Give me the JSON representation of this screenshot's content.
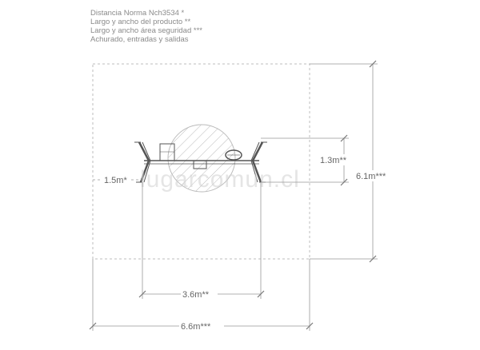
{
  "legend": {
    "line1": "Distancia Norma Nch3534 *",
    "line2": "Largo y ancho del producto **",
    "line3": "Largo y ancho área seguridad ***",
    "line4": "Achurado, entradas y salidas"
  },
  "dimensions": {
    "clearance": "1.5m*",
    "product_depth": "1.3m**",
    "safety_depth": "6.1m***",
    "product_length": "3.6m**",
    "safety_length": "6.6m***"
  },
  "watermark": "lugarcomun.cl",
  "colors": {
    "safety_zone": "#bdbdbd",
    "dimension_line": "#999999",
    "equipment": "#555555"
  }
}
